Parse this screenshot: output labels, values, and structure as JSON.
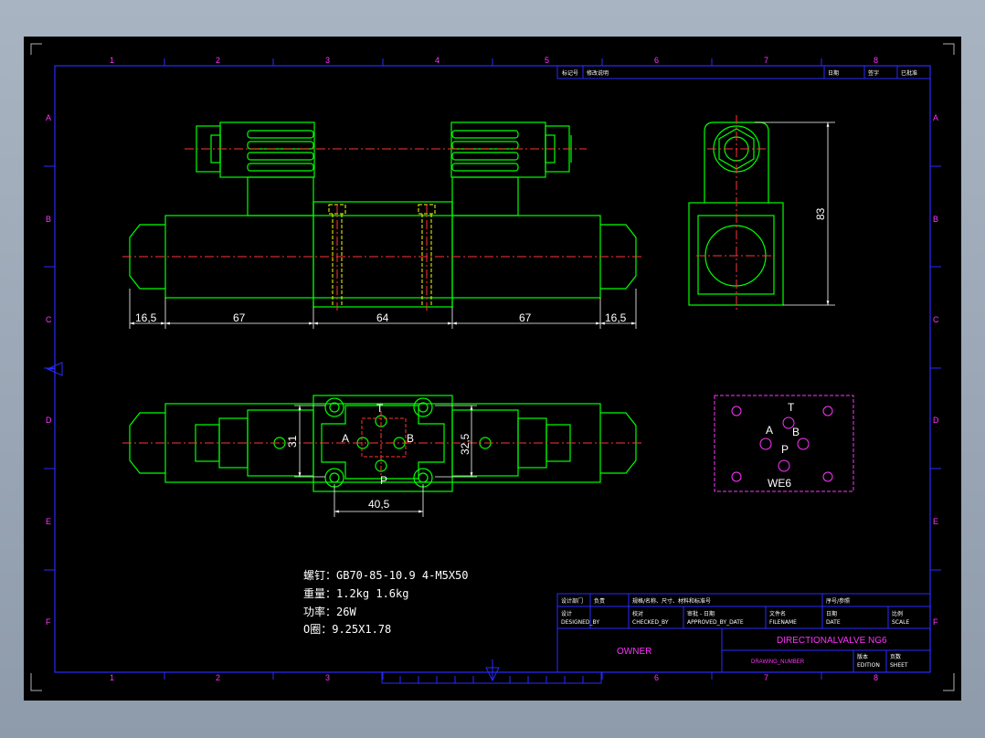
{
  "grid": {
    "columns": [
      "1",
      "2",
      "3",
      "4",
      "5",
      "6",
      "7",
      "8"
    ],
    "rows": [
      "A",
      "B",
      "C",
      "D",
      "E",
      "F"
    ]
  },
  "dimensions": {
    "front_left_cap": "16,5",
    "front_left_body": "67",
    "front_center": "64",
    "front_right_body": "67",
    "front_right_cap": "16,5",
    "side_height": "83",
    "bottom_width": "40,5",
    "bottom_height_left": "31",
    "bottom_height_right": "32,5"
  },
  "port_labels": {
    "a": "A",
    "b": "B",
    "p": "P",
    "t": "T"
  },
  "interface": {
    "a": "A",
    "b": "B",
    "p": "P",
    "t": "T",
    "name": "WE6"
  },
  "notes": [
    "螺钉：GB70-85-10.9 4-M5X50",
    "重量：1.2kg 1.6kg",
    "功率：26W",
    "O圈：9.25X1.78"
  ],
  "revision_block": {
    "c1": "标记号",
    "c2": "修改说明",
    "c3": "日期",
    "c4": "签字",
    "c5": "已批准"
  },
  "title_block": {
    "h1": "设计部门",
    "h2": "负责",
    "h3": "规格/名称、尺寸、材料和标准号",
    "h4": "序号/参照",
    "r1": "设计",
    "r1b": "DESIGNED_BY",
    "r2": "校对",
    "r2b": "CHECKED_BY",
    "r3": "审批 - 日期",
    "r3b": "APPROVED_BY_DATE",
    "r4": "文件名",
    "r4b": "FILENAME",
    "r5": "日期",
    "r5b": "DATE",
    "r6": "比例",
    "r6b": "SCALE",
    "owner": "OWNER",
    "title": "DIRECTIONALVALVE NG6",
    "drawing_number": "DRAWING_NUMBER",
    "edition": "版本",
    "edition_b": "EDITION",
    "sheet": "页数",
    "sheet_b": "SHEET"
  },
  "colors": {
    "outline": "#00ff00",
    "centerline": "#ff3333",
    "hidden": "#ffff00",
    "dimension": "#ffffff",
    "frame": "#0000ff",
    "grid_labels": "#ff33ff"
  }
}
